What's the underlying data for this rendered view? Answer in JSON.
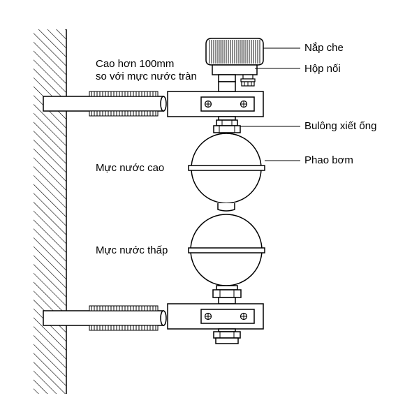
{
  "labels": {
    "cap": "Nắp che",
    "junction_box": "Hộp nối",
    "pipe_bolt": "Bulông xiết ống",
    "float": "Phao bơm",
    "height_note_line1": "Cao hơn 100mm",
    "height_note_line2": "so với mực nước tràn",
    "high_level": "Mực nước cao",
    "low_level": "Mực nước thấp"
  },
  "colors": {
    "stroke": "#000000",
    "background": "#ffffff"
  }
}
